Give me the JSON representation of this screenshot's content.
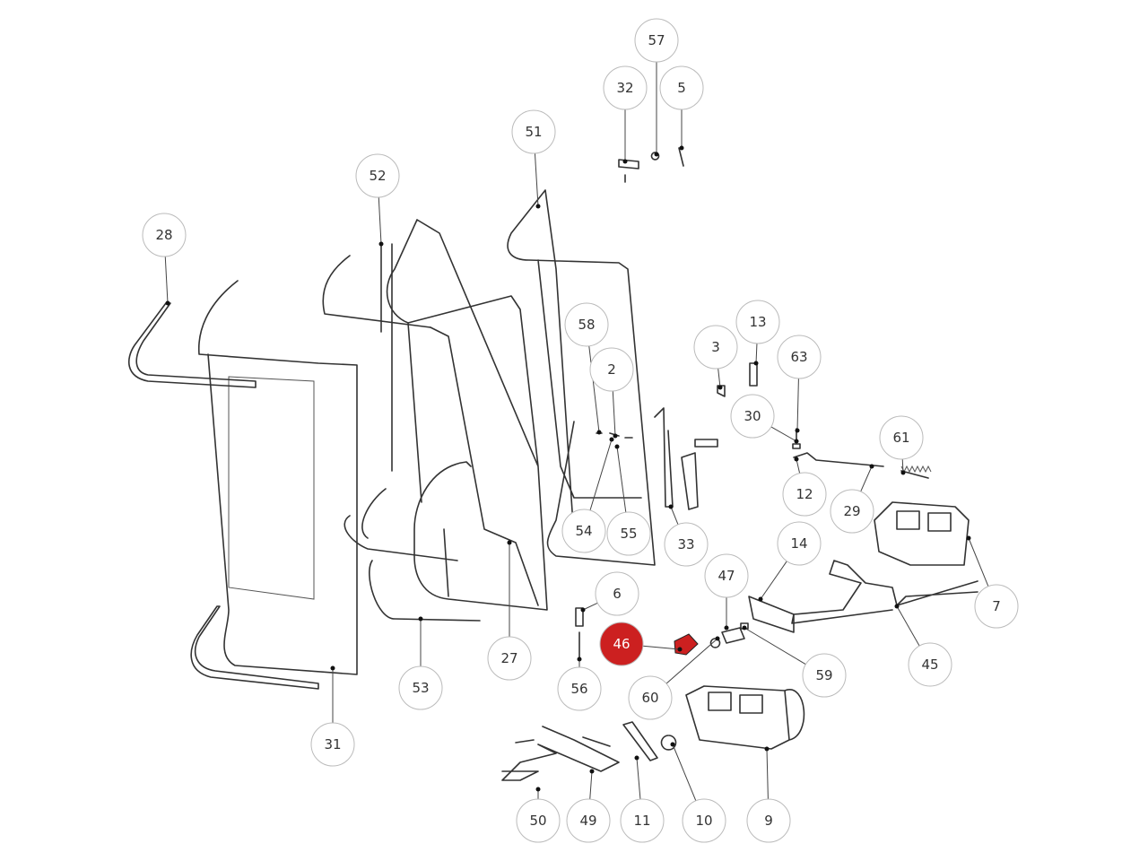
{
  "diagram": {
    "type": "exploded-parts-diagram",
    "highlight_color": "#cc2020",
    "callouts": [
      {
        "label": "57"
      },
      {
        "label": "32"
      },
      {
        "label": "5"
      },
      {
        "label": "51"
      },
      {
        "label": "52"
      },
      {
        "label": "28"
      },
      {
        "label": "58"
      },
      {
        "label": "13"
      },
      {
        "label": "3"
      },
      {
        "label": "2"
      },
      {
        "label": "63"
      },
      {
        "label": "30"
      },
      {
        "label": "61"
      },
      {
        "label": "12"
      },
      {
        "label": "29"
      },
      {
        "label": "54"
      },
      {
        "label": "55"
      },
      {
        "label": "33"
      },
      {
        "label": "14"
      },
      {
        "label": "47"
      },
      {
        "label": "6"
      },
      {
        "label": "7"
      },
      {
        "label": "45"
      },
      {
        "label": "27"
      },
      {
        "label": "46",
        "highlighted": true
      },
      {
        "label": "56"
      },
      {
        "label": "53"
      },
      {
        "label": "59"
      },
      {
        "label": "60"
      },
      {
        "label": "31"
      },
      {
        "label": "50"
      },
      {
        "label": "49"
      },
      {
        "label": "11"
      },
      {
        "label": "10"
      },
      {
        "label": "9"
      }
    ]
  }
}
